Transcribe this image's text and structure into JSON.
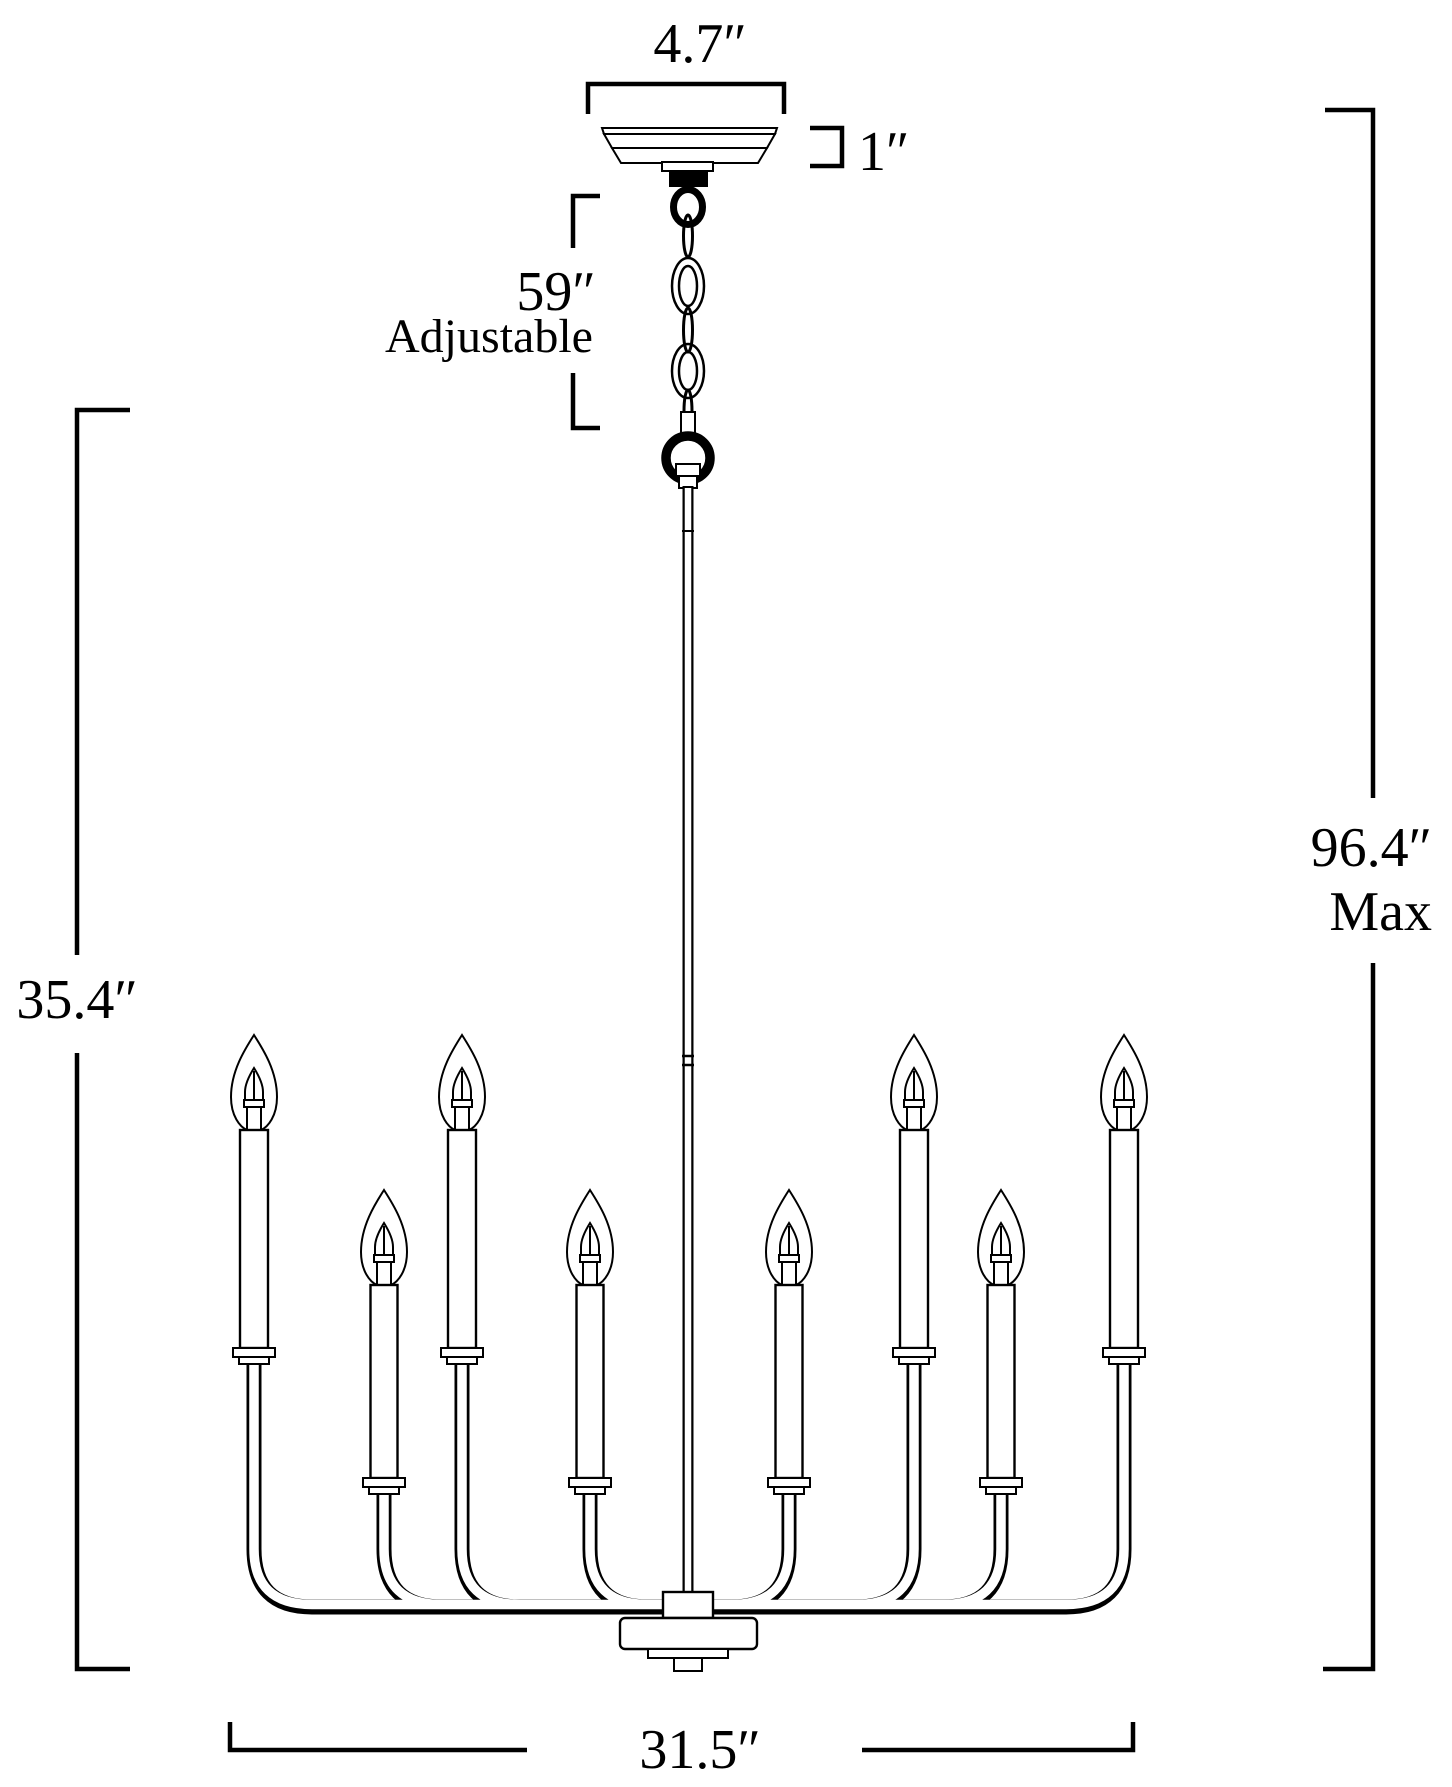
{
  "diagram": {
    "type": "product-dimension-diagram",
    "product": "8-light candle chandelier",
    "light_count": 8,
    "colors": {
      "line": "#000000",
      "background": "#ffffff"
    },
    "labels": {
      "canopy_width": "4.7″",
      "canopy_height": "1″",
      "chain_length": "59″",
      "chain_note": "Adjustable",
      "max_height": "96.4″",
      "max_note": "Max",
      "fixture_height": "35.4″",
      "fixture_width": "31.5″"
    }
  }
}
